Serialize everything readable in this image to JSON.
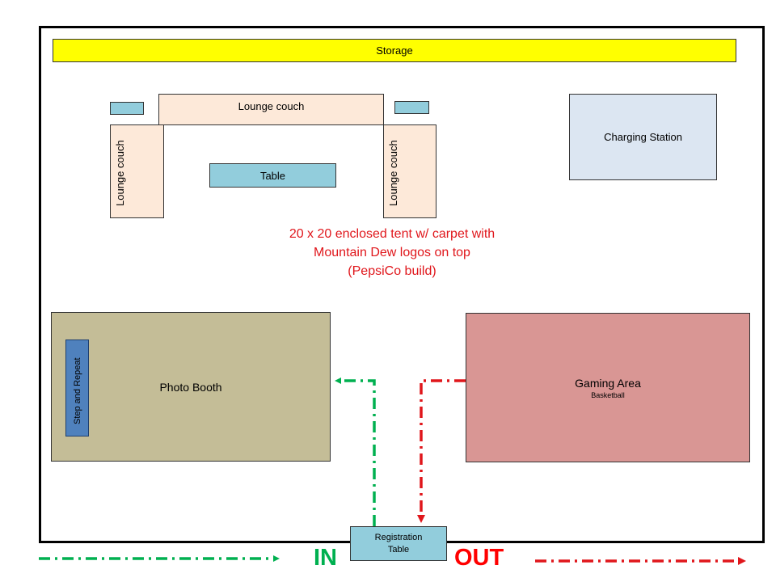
{
  "storage": "Storage",
  "lounge_couch_top": "Lounge couch",
  "lounge_couch_left": "Lounge couch",
  "lounge_couch_right": "Lounge couch",
  "table": "Table",
  "charging_station": "Charging Station",
  "note": {
    "line1": "20 x 20  enclosed tent w/ carpet with",
    "line2": "Mountain Dew logos on top",
    "line3": "(PepsiCo build)"
  },
  "photo_booth": "Photo  Booth",
  "step_and_repeat": "Step and Repeat",
  "gaming_area": {
    "title": "Gaming Area",
    "subtitle": "Basketball"
  },
  "registration": {
    "line1": "Registration",
    "line2": "Table"
  },
  "in_label": "IN",
  "out_label": "OUT",
  "colors": {
    "in_path": "#00b050",
    "out_path": "#e0161b",
    "storage": "#ffff00",
    "couch": "#fde9d9",
    "table": "#92cddc",
    "charging": "#dce6f2",
    "photo_booth": "#c4bd97",
    "step_and_repeat": "#4f81bd",
    "gaming_area": "#d99694"
  }
}
